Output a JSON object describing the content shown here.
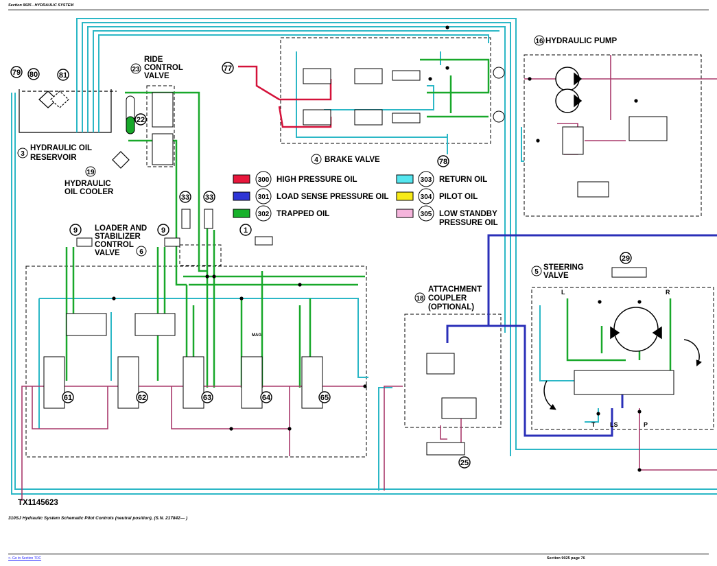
{
  "header": {
    "section": "Section 9025 - HYDRAULIC SYSTEM"
  },
  "diagram": {
    "id": "TX1145623",
    "legend": [
      {
        "num": "300",
        "label": "HIGH PRESSURE OIL",
        "color": "#e8173c"
      },
      {
        "num": "301",
        "label": "LOAD SENSE PRESSURE OIL",
        "color": "#2e35d6"
      },
      {
        "num": "302",
        "label": "TRAPPED OIL",
        "color": "#17b22b"
      },
      {
        "num": "303",
        "label": "RETURN OIL",
        "color": "#55e6ef"
      },
      {
        "num": "304",
        "label": "PILOT OIL",
        "color": "#f7ea17"
      },
      {
        "num": "305",
        "label_1": "LOW STANDBY",
        "label_2": "PRESSURE OIL",
        "color": "#f5b5dc"
      }
    ],
    "components": {
      "pump": {
        "num": "16",
        "label": "HYDRAULIC PUMP"
      },
      "reservoir": {
        "num": "3",
        "label_1": "HYDRAULIC OIL",
        "label_2": "RESERVOIR"
      },
      "cooler": {
        "num": "19",
        "label_1": "HYDRAULIC",
        "label_2": "OIL COOLER"
      },
      "ride_control": {
        "num": "23",
        "label_1": "RIDE",
        "label_2": "CONTROL",
        "label_3": "VALVE"
      },
      "brake": {
        "num": "4",
        "label": "BRAKE VALVE"
      },
      "loader": {
        "num": "6",
        "label_1": "LOADER AND",
        "label_2": "STABILIZER",
        "label_3": "CONTROL",
        "label_4": "VALVE"
      },
      "steering": {
        "num": "5",
        "label_1": "STEERING",
        "label_2": "VALVE",
        "port_l": "L",
        "port_r": "R",
        "port_t": "T",
        "port_ls": "LS",
        "port_p": "P"
      },
      "coupler": {
        "num": "18",
        "label_1": "ATTACHMENT",
        "label_2": "COUPLER",
        "label_3": "(OPTIONAL)"
      },
      "mag_label": "MAG"
    },
    "callouts": [
      "79",
      "80",
      "81",
      "22",
      "77",
      "78",
      "33",
      "33",
      "9",
      "9",
      "1",
      "61",
      "62",
      "63",
      "64",
      "65",
      "29",
      "25"
    ]
  },
  "caption": "310SJ Hydraulic System Schematic Pilot Controls (neutral position), (S.N. 217842— )",
  "footer": {
    "link": "<- Go to Section TOC",
    "page": "Section 9025 page 76"
  }
}
